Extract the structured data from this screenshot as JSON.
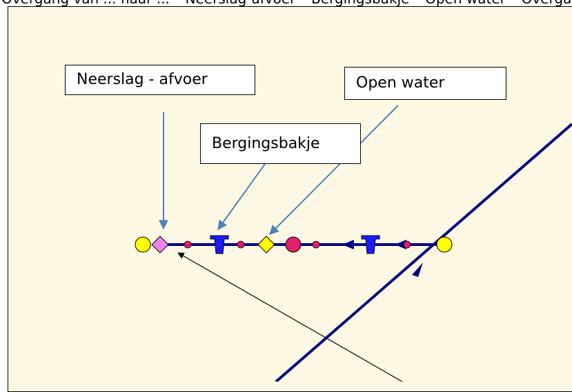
{
  "header_fragment": "Overgang van ... naar ... – Neerslag-afvoer – Bergingsbakje – Open water – Overgang van ... naar ... – Neerslag-afvoer – Bergingsbakje",
  "labels": {
    "neerslag": "Neerslag - afvoer",
    "bergingsbakje": "Bergingsbakje",
    "open_water": "Open water"
  },
  "colors": {
    "canvas": "#fdf8e4",
    "link": "#00007f",
    "node_yellow": "#ffff00",
    "node_pink_diamond": "#ee82ee",
    "node_red": "#e0206a",
    "bucket_blue": "#1a1aff",
    "leader_line": "#4f81bd"
  }
}
